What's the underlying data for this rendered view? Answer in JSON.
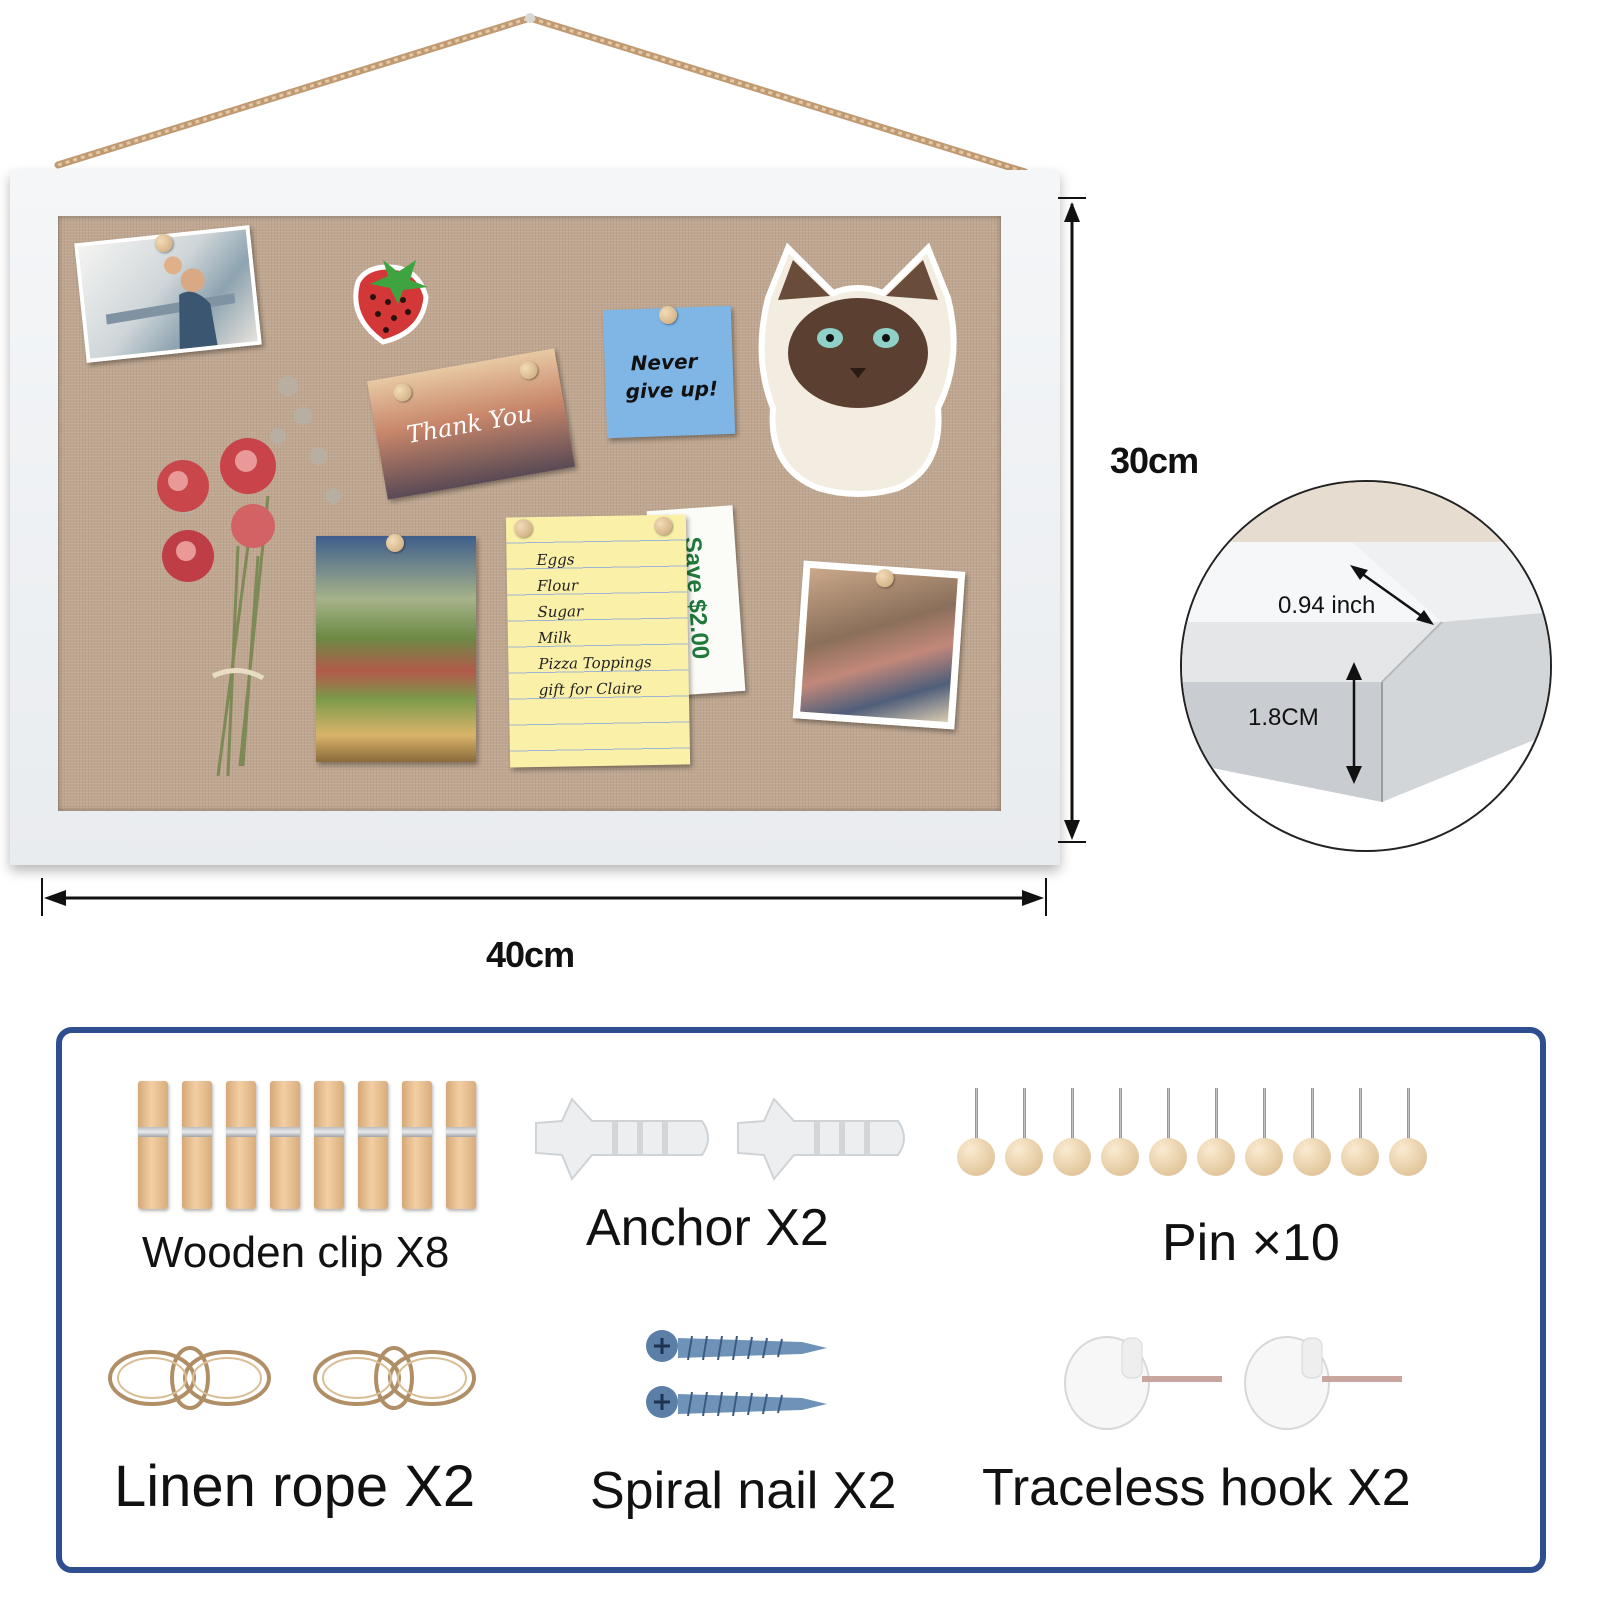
{
  "dimensions": {
    "height": "30cm",
    "width": "40cm",
    "frame_width": "0.94 inch",
    "frame_depth": "1.8CM"
  },
  "board_notes": {
    "sticky_note": [
      "Never",
      "give up!"
    ],
    "thank_you_card": "Thank You",
    "save_ticket": "Save $2.00",
    "shopping_list": [
      "Eggs",
      "Flour",
      "Sugar",
      "Milk",
      "Pizza Toppings",
      "gift for Claire"
    ]
  },
  "accessories": [
    {
      "label": "Wooden clip X8",
      "count": 8
    },
    {
      "label": "Anchor X2",
      "count": 2
    },
    {
      "label": "Pin ×10",
      "count": 10
    },
    {
      "label": "Linen rope X2",
      "count": 2
    },
    {
      "label": "Spiral nail X2",
      "count": 2
    },
    {
      "label": "Traceless hook X2",
      "count": 2
    }
  ],
  "colors": {
    "frame": "#f1f3f5",
    "linen": "#bfa791",
    "box_border": "#2e4f8f",
    "rope": "#c9a57e"
  }
}
